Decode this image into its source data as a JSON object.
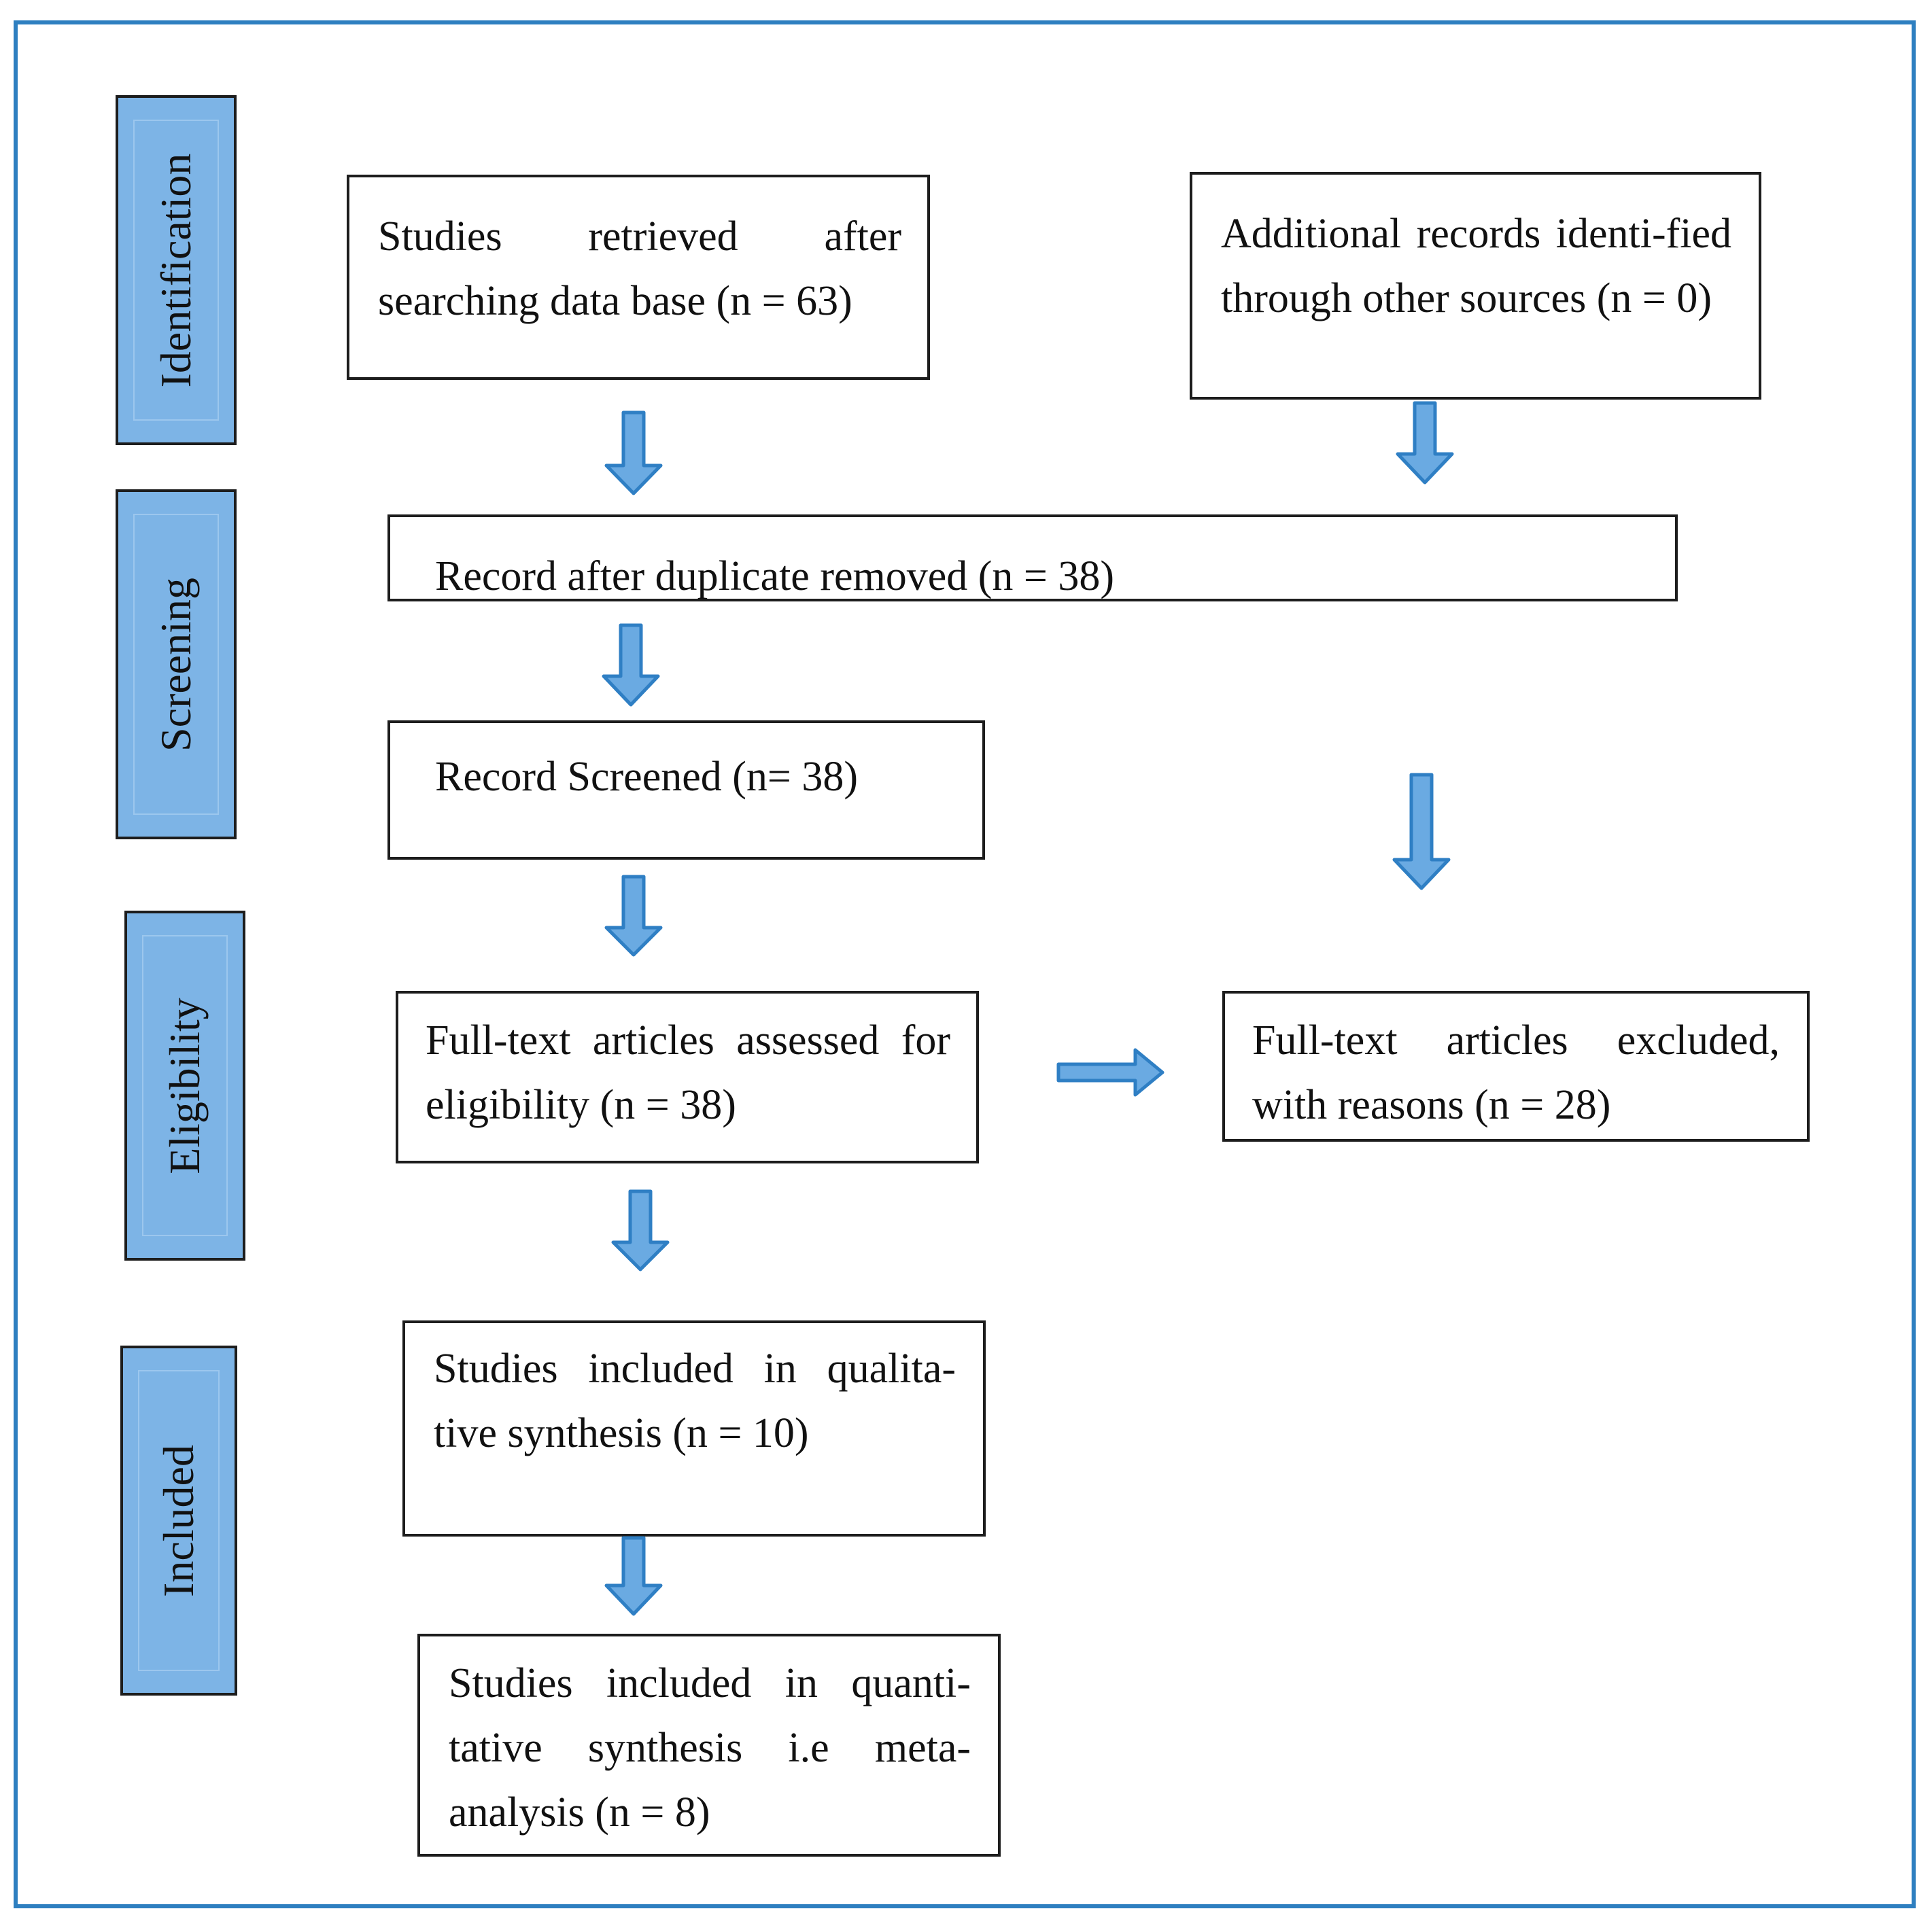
{
  "stages": [
    {
      "id": "identification",
      "label": "Identification"
    },
    {
      "id": "screening",
      "label": "Screening"
    },
    {
      "id": "eligibility",
      "label": "Eligibility"
    },
    {
      "id": "included",
      "label": "Included"
    }
  ],
  "boxes": {
    "retrieved": "Studies retrieved after searching data base (n = 63)",
    "additional": "Additional records identi-fied through other sources (n = 0)",
    "duplicates_removed": "Record after duplicate removed (n = 38)",
    "screened": "Record Screened (n= 38)",
    "assessed": "Full-text articles assessed for eligibility (n = 38)",
    "excluded": "Full-text articles excluded, with reasons (n = 28)",
    "qualitative": "Studies included in qualita-tive synthesis (n = 10)",
    "quantitative": "Studies included in quanti-tative synthesis i.e meta-analysis (n = 8)"
  },
  "colors": {
    "frame": "#2e7fc0",
    "stage_fill": "#7db4e6",
    "arrow_fill": "#6aaae2",
    "arrow_stroke": "#2f7fc4"
  }
}
